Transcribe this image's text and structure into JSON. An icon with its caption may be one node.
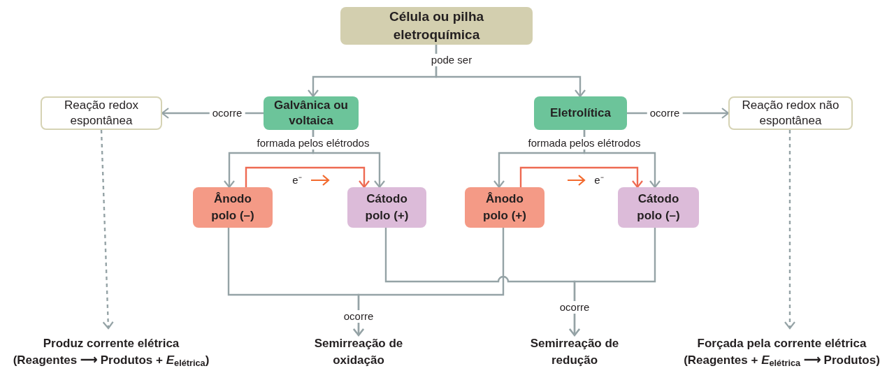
{
  "diagram": {
    "nodes": [
      {
        "text": [
          "Célula ou pilha eletroquímica"
        ]
      },
      {
        "text": [
          "Galvânica ou voltaica"
        ]
      },
      {
        "text": [
          "Eletrolítica"
        ]
      },
      {
        "text": [
          "Reação redox espontânea"
        ]
      },
      {
        "text": [
          "Reação redox não espontânea"
        ]
      },
      {
        "text": [
          "Ânodo",
          "polo (–)"
        ]
      },
      {
        "text": [
          "Cátodo",
          "polo (+)"
        ]
      },
      {
        "text": [
          "Ânodo",
          "polo (+)"
        ]
      },
      {
        "text": [
          "Cátodo",
          "polo (–)"
        ]
      },
      {
        "text": [
          "Produz corrente elétrica",
          "(Reagentes ⟶ Produtos + *E*$_{elétrica}$)"
        ]
      },
      {
        "text": [
          "Forçada pela corrente elétrica",
          "(Reagentes + *E*$_{elétrica}$ ⟶ Produtos)"
        ]
      },
      {
        "text": [
          "Semirreação de oxidação"
        ]
      },
      {
        "text": [
          "Semirreação de redução"
        ]
      }
    ],
    "edges": [
      {
        "from": 0,
        "to": 1,
        "arrow": "to",
        "label": "pode ser"
      },
      {
        "from": 0,
        "to": 2,
        "arrow": "to"
      },
      {
        "from": 1,
        "to": 3,
        "arrow": "to",
        "label": "ocorre"
      },
      {
        "from": 2,
        "to": 4,
        "arrow": "to",
        "label": "ocorre"
      },
      {
        "from": 1,
        "to": 5,
        "arrow": "to",
        "label": "formada pelos elétrodos"
      },
      {
        "from": 1,
        "to": 6,
        "arrow": "to"
      },
      {
        "from": 2,
        "to": 7,
        "arrow": "to",
        "label": "formada pelos elétrodos"
      },
      {
        "from": 2,
        "to": 8,
        "arrow": "to"
      },
      {
        "from": 5,
        "to": 6,
        "arrow": "to",
        "label": "e⁻",
        "color": "#ee6a52"
      },
      {
        "from": 7,
        "to": 8,
        "arrow": "to",
        "label": "e⁻",
        "color": "#ee6a52"
      },
      {
        "from": 3,
        "to": 9,
        "arrow": "to",
        "style": "dashed"
      },
      {
        "from": 4,
        "to": 10,
        "arrow": "to",
        "style": "dashed"
      },
      {
        "from": 5,
        "to": 11,
        "arrow": "to",
        "label": "ocorre"
      },
      {
        "from": 7,
        "to": 11,
        "arrow": "to"
      },
      {
        "from": 6,
        "to": 12,
        "arrow": "to",
        "label": "ocorre"
      },
      {
        "from": 8,
        "to": 12,
        "arrow": "to"
      }
    ]
  }
}
